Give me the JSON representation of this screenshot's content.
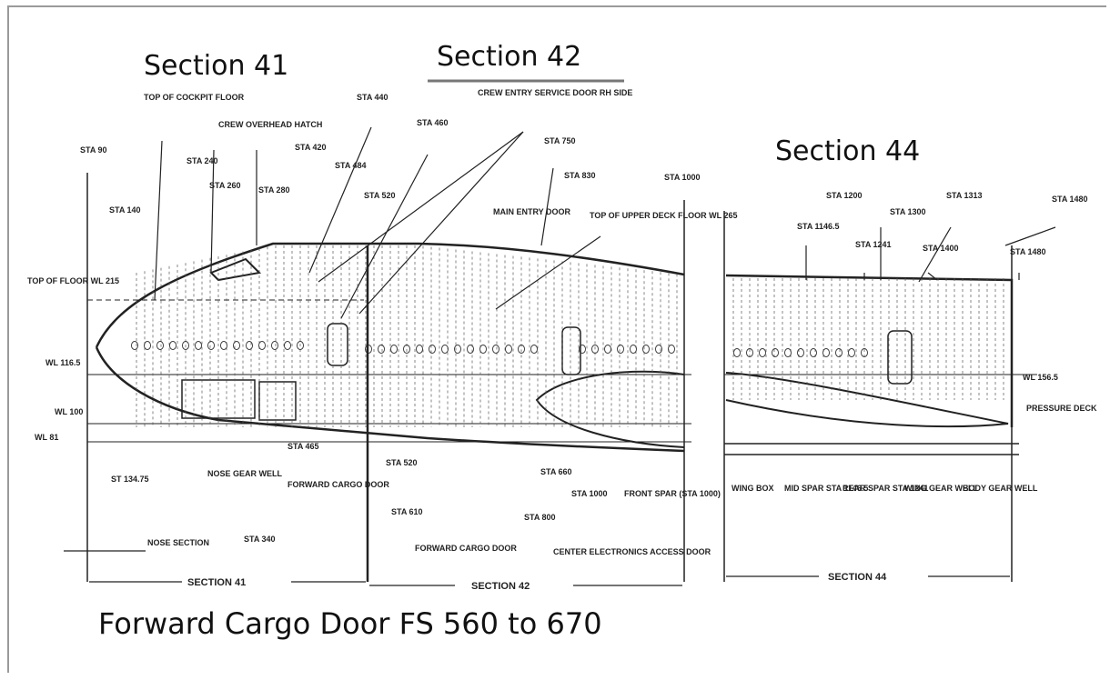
{
  "headings": {
    "section41": "Section 41",
    "section42": "Section 42",
    "section44": "Section 44"
  },
  "caption": "Forward Cargo Door FS 560 to 670",
  "callouts": {
    "sta90": "STA 90",
    "sta140": "STA 140",
    "sta240": "STA 240",
    "sta260": "STA 260",
    "sta280": "STA 280",
    "sta420": "STA 420",
    "sta440": "STA 440",
    "sta460": "STA 460",
    "sta484": "STA 484",
    "sta520": "STA 520",
    "sta750": "STA 750",
    "sta830": "STA 830",
    "sta1000": "STA 1000",
    "sta1146": "STA 1146.5",
    "sta1200": "STA 1200",
    "sta1241": "STA 1241",
    "sta1300": "STA 1300",
    "sta1313": "STA 1313",
    "sta1400": "STA 1400",
    "sta1480": "STA 1480",
    "top_cockpit_floor": "TOP OF COCKPIT FLOOR",
    "crew_overhead_hatch": "CREW OVERHEAD HATCH",
    "crew_entry_door": "CREW ENTRY SERVICE DOOR RH SIDE",
    "main_entry_door": "MAIN ENTRY DOOR",
    "top_upper_deck": "TOP OF UPPER DECK FLOOR WL 265",
    "top_of_floor": "TOP OF FLOOR WL 215",
    "wl1165": "WL 116.5",
    "wl100": "WL 100",
    "wl81": "WL 81",
    "wl1565": "WL 156.5",
    "nose_gear_well": "NOSE GEAR WELL",
    "forward_cargo_door": "FORWARD CARGO DOOR",
    "st1343": "ST 134.75",
    "nose_section": "NOSE SECTION",
    "forward_cargo_door2": "FORWARD CARGO DOOR",
    "sta340": "STA 340",
    "sta465": "STA 465",
    "sta520b": "STA 520",
    "sta610": "STA 610",
    "sta660": "STA 660",
    "sta800": "STA 800",
    "sta1000b": "STA 1000",
    "center_access": "CENTER ELECTRONICS ACCESS DOOR",
    "front_spar": "FRONT SPAR (STA 1000)",
    "pressure_deck": "PRESSURE DECK",
    "wing_box": "WING BOX",
    "mid_spar": "MID SPAR STA 1146.5",
    "rear_spar": "REAR SPAR STA 1241",
    "wing_gear_well": "WING GEAR WELL",
    "body_gear_well": "BODY GEAR WELL",
    "bottom41": "SECTION 41",
    "bottom42": "SECTION 42",
    "bottom44": "SECTION 44"
  }
}
